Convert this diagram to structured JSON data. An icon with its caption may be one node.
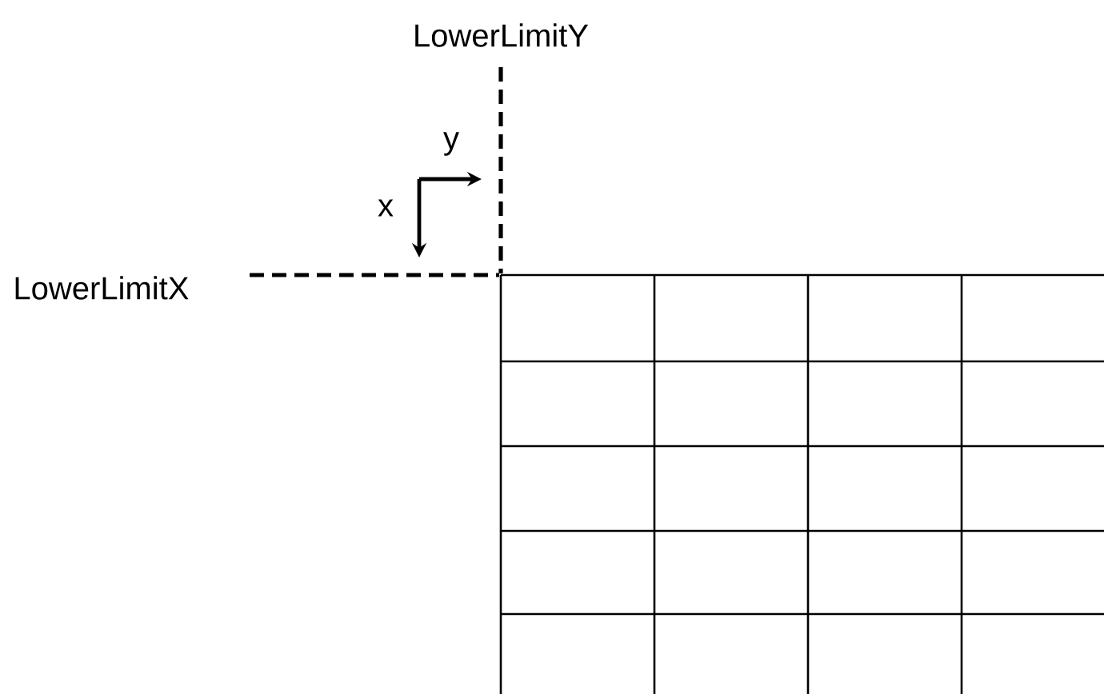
{
  "diagram": {
    "labels": [
      "LowerLimitY",
      "y",
      "x",
      "LowerLimitX"
    ]
  }
}
